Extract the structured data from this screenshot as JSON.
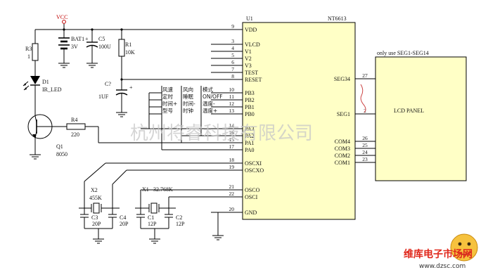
{
  "power": {
    "vcc": "VCC"
  },
  "battery": {
    "ref": "BAT1",
    "value": "3V"
  },
  "resistors": {
    "r1": {
      "ref": "R1",
      "value": "10K"
    },
    "r3": {
      "ref": "R3",
      "value": "1"
    },
    "r4": {
      "ref": "R4",
      "value": "220"
    }
  },
  "capacitors": {
    "c5": {
      "ref": "C5",
      "value": "100U"
    },
    "c_reset": {
      "ref": "C?",
      "value": "1UF"
    },
    "c1": {
      "ref": "C1",
      "value": "12P"
    },
    "c2": {
      "ref": "C2",
      "value": "12P"
    },
    "c3": {
      "ref": "C3",
      "value": "20P"
    },
    "c4": {
      "ref": "C4",
      "value": "20P"
    }
  },
  "diode": {
    "ref": "D1",
    "value": "IR_LED"
  },
  "transistor": {
    "ref": "Q1",
    "value": "8050"
  },
  "crystals": {
    "x1": {
      "ref": "X1",
      "value": "32.768K"
    },
    "x2": {
      "ref": "X2",
      "value": "455K"
    }
  },
  "ic": {
    "ref": "U1",
    "part": "NT6613",
    "left_pins": [
      {
        "num": "9",
        "name": "VDD"
      },
      {
        "num": "3",
        "name": "VLCD"
      },
      {
        "num": "4",
        "name": "V1"
      },
      {
        "num": "5",
        "name": "V2"
      },
      {
        "num": "6",
        "name": "V3"
      },
      {
        "num": "7",
        "name": "TEST"
      },
      {
        "num": "8",
        "name": "RESET"
      },
      {
        "num": "10",
        "name": "PB3"
      },
      {
        "num": "11",
        "name": "PB2"
      },
      {
        "num": "12",
        "name": "PB1"
      },
      {
        "num": "13",
        "name": "PB0"
      },
      {
        "num": "14",
        "name": "PA3"
      },
      {
        "num": "16",
        "name": "PA2"
      },
      {
        "num": "15",
        "name": "PA1"
      },
      {
        "num": "17",
        "name": "PA0"
      },
      {
        "num": "18",
        "name": "OSCXI"
      },
      {
        "num": "19",
        "name": "OSCXO"
      },
      {
        "num": "21",
        "name": "OSCO"
      },
      {
        "num": "22",
        "name": "OSCI"
      },
      {
        "num": "20",
        "name": "GND"
      }
    ],
    "right_pins": [
      {
        "num": "27",
        "name": "SEG34"
      },
      {
        "num": "2",
        "name": "SEG1"
      },
      {
        "num": "26",
        "name": "COM4"
      },
      {
        "num": "25",
        "name": "COM3"
      },
      {
        "num": "24",
        "name": "COM2"
      },
      {
        "num": "23",
        "name": "COM1"
      }
    ]
  },
  "key_matrix": [
    [
      "风速",
      "风向",
      "模式"
    ],
    [
      "定时",
      "睡眠",
      "ON/OFF"
    ],
    [
      "时间+",
      "时间-",
      "温度-"
    ],
    [
      "型号",
      "时钟",
      "温度+"
    ]
  ],
  "lcd": {
    "title": "LCD PANEL",
    "note": "only use SEG1-SEG14"
  },
  "watermark": "杭州将睿科技有限公司",
  "site_logo": {
    "text": "维库电子市场网",
    "url": "www.dzsc.com"
  }
}
